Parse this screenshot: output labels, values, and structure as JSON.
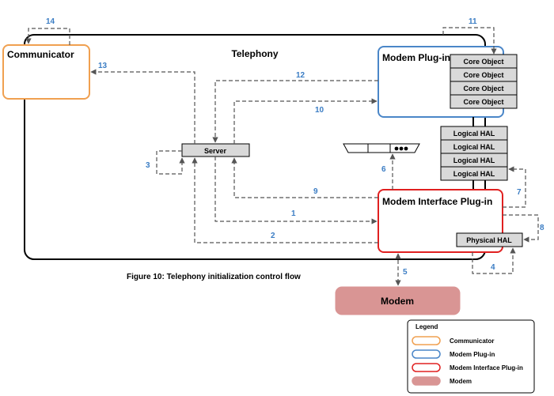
{
  "diagram": {
    "container_label": "Telephony",
    "figure_caption": "Figure 10: Telephony initialization control flow",
    "nodes": {
      "communicator": "Communicator",
      "modem_plugin": "Modem Plug-in",
      "core_objects": [
        "Core Object",
        "Core Object",
        "Core Object",
        "Core Object"
      ],
      "logical_hals": [
        "Logical HAL",
        "Logical HAL",
        "Logical HAL",
        "Logical HAL"
      ],
      "server": "Server",
      "modem_interface_plugin": "Modem Interface Plug-in",
      "physical_hal": "Physical HAL",
      "modem": "Modem"
    },
    "flow_numbers": {
      "n1": "1",
      "n2": "2",
      "n3": "3",
      "n4": "4",
      "n5": "5",
      "n6": "6",
      "n7": "7",
      "n8": "8",
      "n9": "9",
      "n10": "10",
      "n11": "11",
      "n12": "12",
      "n13": "13",
      "n14": "14"
    },
    "legend": {
      "title": "Legend",
      "items": [
        "Communicator",
        "Modem Plug-in",
        "Modem Interface Plug-in",
        "Modem"
      ]
    }
  },
  "colors": {
    "communicator": "#f0a050",
    "modem_plugin": "#4a86c8",
    "modem_interface_plugin": "#e02020",
    "modem_fill": "#d99594",
    "flow_number": "#3b7dc4",
    "gray_box": "#d9d9d9",
    "arrow": "#555555"
  }
}
